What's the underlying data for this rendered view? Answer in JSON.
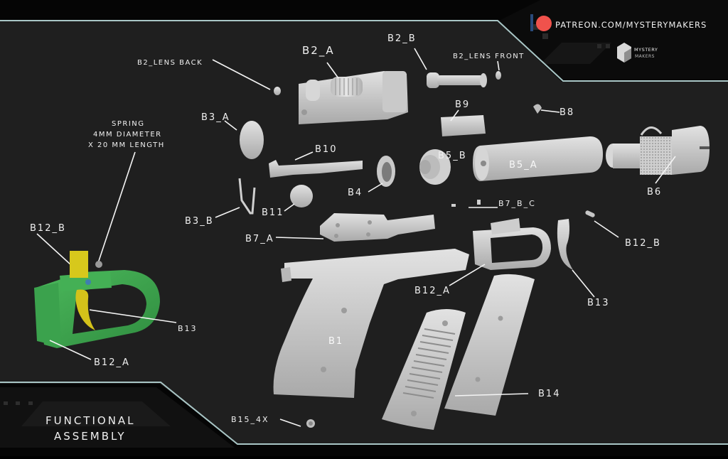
{
  "header": {
    "patreon_url": "PATREON.COM/MYSTERYMAKERS",
    "patreon_dot_color": "#f0524c",
    "logo_line1": "MYSTERY",
    "logo_line2": "MAKERS"
  },
  "footer": {
    "title_line1": "FUNCTIONAL",
    "title_line2": "ASSEMBLY"
  },
  "colors": {
    "background": "#1f1f1f",
    "frame": "#050505",
    "accent_line": "#a9c6c6",
    "part_gray": "#cfcfcf",
    "trigger_guard_green": "#3ea64f",
    "trigger_yellow": "#d4c21a",
    "pin_blue": "#3f7fb0"
  },
  "inset": {
    "spring_note": [
      "SPRING",
      "4MM DIAMETER",
      "X 20 MM LENGTH"
    ],
    "labels": {
      "b12_b": "B12_B",
      "b13": "B13",
      "b12_a": "B12_A"
    }
  },
  "parts": {
    "b2_lens_back": "B2_LENS BACK",
    "b2_a": "B2_A",
    "b2_b": "B2_B",
    "b2_lens_front": "B2_LENS FRONT",
    "b3_a": "B3_A",
    "b9": "B9",
    "b8": "B8",
    "b10": "B10",
    "b5_b": "B5_B",
    "b5_a": "B5_A",
    "b6": "B6",
    "b3_b": "B3_B",
    "b11": "B11",
    "b4": "B4",
    "b7_b_c": "B7_B_C",
    "b7_a": "B7_A",
    "b12_b": "B12_B",
    "b12_a": "B12_A",
    "b13": "B13",
    "b1": "B1",
    "b14": "B14",
    "b15_4x": "B15_4X"
  }
}
